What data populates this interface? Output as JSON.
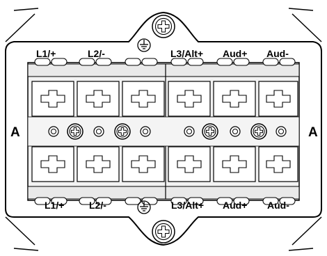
{
  "diagram": {
    "top_labels": [
      "L1/+",
      "L2/-",
      "L3/Alt+",
      "Aud+",
      "Aud-"
    ],
    "bottom_labels": [
      "L1/+",
      "L2/-",
      "L3/Alt+",
      "Aud+",
      "Aud-"
    ],
    "side_labels": {
      "left": "A",
      "right": "A"
    },
    "ground_symbol_top": "ground-icon",
    "ground_symbol_bottom": "ground-icon",
    "line_color": "#000000",
    "fill_color": "#ffffff"
  }
}
